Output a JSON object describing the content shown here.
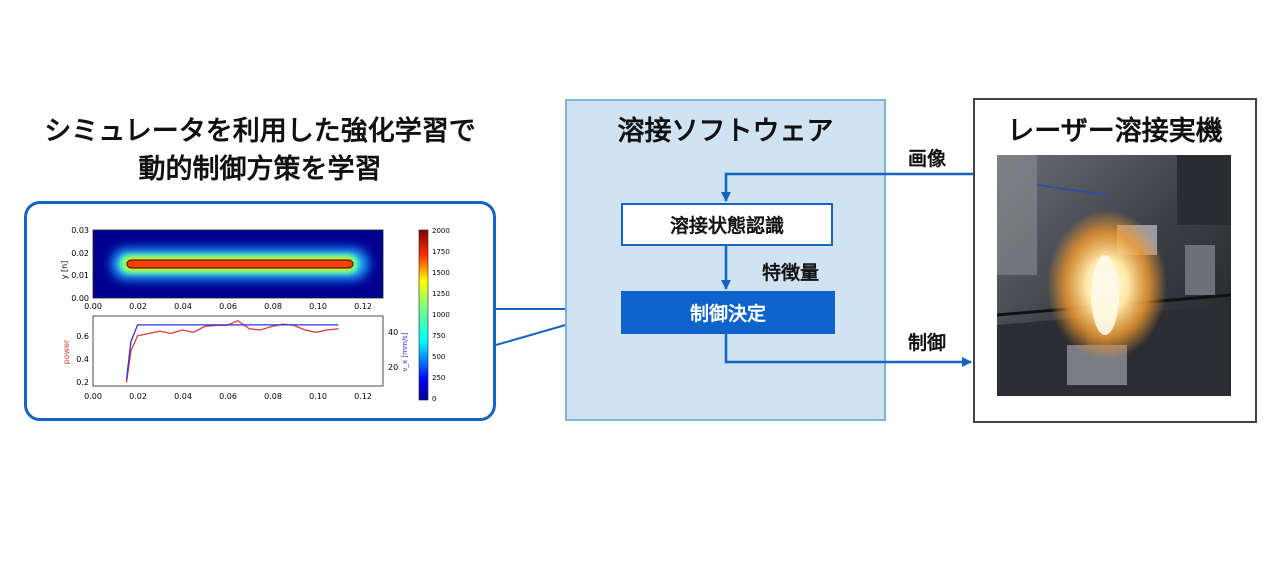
{
  "left": {
    "title_line1": "シミュレータを利用した強化学習で",
    "title_line2": "動的制御方策を学習"
  },
  "software": {
    "title": "溶接ソフトウェア",
    "node_recognition": "溶接状態認識",
    "node_control": "制御決定",
    "feature_label": "特徴量"
  },
  "machine": {
    "title": "レーザー溶接実機"
  },
  "edges": {
    "image_label": "画像",
    "control_label": "制御"
  },
  "heatmap": {
    "ylabel": "y [n]",
    "yticks": [
      "0.03",
      "0.02",
      "0.01",
      "0.00"
    ],
    "xticks": [
      "0.00",
      "0.02",
      "0.04",
      "0.06",
      "0.08",
      "0.10",
      "0.12"
    ],
    "colorbar_ticks": [
      "2000",
      "1750",
      "1500",
      "1250",
      "1000",
      "750",
      "500",
      "250",
      "0"
    ]
  },
  "lineplot": {
    "ylabel_left": "power",
    "ylabel_right": "v_x [mm/s]",
    "yticks_left": [
      "0.6",
      "0.4",
      "0.2"
    ],
    "yticks_right": [
      "40",
      "20"
    ],
    "xticks": [
      "0.00",
      "0.02",
      "0.04",
      "0.06",
      "0.08",
      "0.10",
      "0.12"
    ],
    "power_color": "#e53935",
    "velocity_color": "#3030e0",
    "power_x": [
      0.015,
      0.017,
      0.02,
      0.025,
      0.03,
      0.035,
      0.04,
      0.045,
      0.05,
      0.055,
      0.06,
      0.065,
      0.07,
      0.075,
      0.08,
      0.085,
      0.09,
      0.095,
      0.1,
      0.105,
      0.11
    ],
    "power_y": [
      0.18,
      0.45,
      0.58,
      0.6,
      0.62,
      0.6,
      0.63,
      0.61,
      0.66,
      0.67,
      0.67,
      0.71,
      0.64,
      0.63,
      0.66,
      0.68,
      0.67,
      0.63,
      0.61,
      0.63,
      0.64
    ],
    "velocity_x": [
      0.015,
      0.017,
      0.02,
      0.025,
      0.11
    ],
    "velocity_y": [
      5,
      35,
      48,
      48,
      48
    ]
  },
  "colors": {
    "accent_blue": "#1565c0",
    "software_bg": "#cfe3f2",
    "control_node": "#0d63c9"
  }
}
